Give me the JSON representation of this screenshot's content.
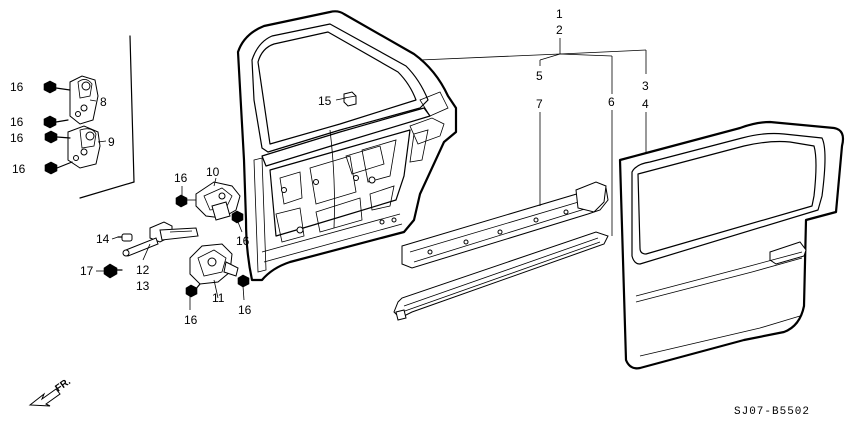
{
  "callouts": {
    "c1": "1",
    "c2": "2",
    "c3": "3",
    "c4": "4",
    "c5": "5",
    "c6": "6",
    "c7": "7",
    "c8": "8",
    "c9": "9",
    "c10": "10",
    "c11": "11",
    "c12": "12",
    "c13": "13",
    "c14": "14",
    "c15": "15",
    "c16": "16",
    "c17": "17"
  },
  "direction_label": "FR.",
  "diagram_code": "SJ07-B5502"
}
